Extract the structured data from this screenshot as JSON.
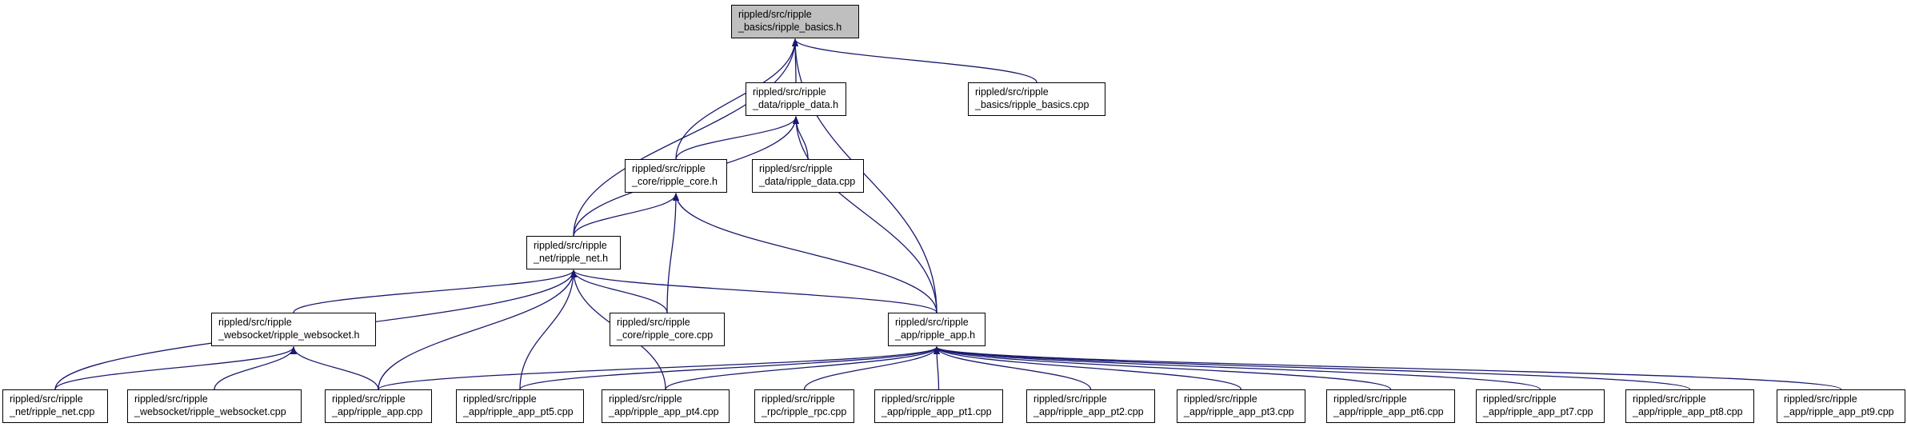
{
  "colors": {
    "edge": "#191970",
    "node_border": "#000000",
    "focus_fill": "#bfbfbf"
  },
  "nodes": [
    {
      "id": "basics_h",
      "lines": [
        "rippled/src/ripple",
        "_basics/ripple_basics.h"
      ]
    },
    {
      "id": "data_h",
      "lines": [
        "rippled/src/ripple",
        "_data/ripple_data.h"
      ]
    },
    {
      "id": "basics_cpp",
      "lines": [
        "rippled/src/ripple",
        "_basics/ripple_basics.cpp"
      ]
    },
    {
      "id": "core_h",
      "lines": [
        "rippled/src/ripple",
        "_core/ripple_core.h"
      ]
    },
    {
      "id": "data_cpp",
      "lines": [
        "rippled/src/ripple",
        "_data/ripple_data.cpp"
      ]
    },
    {
      "id": "net_h",
      "lines": [
        "rippled/src/ripple",
        "_net/ripple_net.h"
      ]
    },
    {
      "id": "ws_h",
      "lines": [
        "rippled/src/ripple",
        "_websocket/ripple_websocket.h"
      ]
    },
    {
      "id": "core_cpp",
      "lines": [
        "rippled/src/ripple",
        "_core/ripple_core.cpp"
      ]
    },
    {
      "id": "app_h",
      "lines": [
        "rippled/src/ripple",
        "_app/ripple_app.h"
      ]
    },
    {
      "id": "net_cpp",
      "lines": [
        "rippled/src/ripple",
        "_net/ripple_net.cpp"
      ]
    },
    {
      "id": "ws_cpp",
      "lines": [
        "rippled/src/ripple",
        "_websocket/ripple_websocket.cpp"
      ]
    },
    {
      "id": "app_cpp",
      "lines": [
        "rippled/src/ripple",
        "_app/ripple_app.cpp"
      ]
    },
    {
      "id": "pt5",
      "lines": [
        "rippled/src/ripple",
        "_app/ripple_app_pt5.cpp"
      ]
    },
    {
      "id": "pt4",
      "lines": [
        "rippled/src/ripple",
        "_app/ripple_app_pt4.cpp"
      ]
    },
    {
      "id": "rpc_cpp",
      "lines": [
        "rippled/src/ripple",
        "_rpc/ripple_rpc.cpp"
      ]
    },
    {
      "id": "pt1",
      "lines": [
        "rippled/src/ripple",
        "_app/ripple_app_pt1.cpp"
      ]
    },
    {
      "id": "pt2",
      "lines": [
        "rippled/src/ripple",
        "_app/ripple_app_pt2.cpp"
      ]
    },
    {
      "id": "pt3",
      "lines": [
        "rippled/src/ripple",
        "_app/ripple_app_pt3.cpp"
      ]
    },
    {
      "id": "pt6",
      "lines": [
        "rippled/src/ripple",
        "_app/ripple_app_pt6.cpp"
      ]
    },
    {
      "id": "pt7",
      "lines": [
        "rippled/src/ripple",
        "_app/ripple_app_pt7.cpp"
      ]
    },
    {
      "id": "pt8",
      "lines": [
        "rippled/src/ripple",
        "_app/ripple_app_pt8.cpp"
      ]
    },
    {
      "id": "pt9",
      "lines": [
        "rippled/src/ripple",
        "_app/ripple_app_pt9.cpp"
      ]
    }
  ],
  "edges": [
    {
      "from": "data_h",
      "to": "basics_h"
    },
    {
      "from": "basics_cpp",
      "to": "basics_h"
    },
    {
      "from": "core_h",
      "to": "basics_h"
    },
    {
      "from": "net_h",
      "to": "basics_h"
    },
    {
      "from": "app_h",
      "to": "basics_h"
    },
    {
      "from": "core_h",
      "to": "data_h"
    },
    {
      "from": "data_cpp",
      "to": "data_h"
    },
    {
      "from": "net_h",
      "to": "data_h"
    },
    {
      "from": "app_h",
      "to": "data_h"
    },
    {
      "from": "net_h",
      "to": "core_h"
    },
    {
      "from": "core_cpp",
      "to": "core_h"
    },
    {
      "from": "app_h",
      "to": "core_h"
    },
    {
      "from": "ws_h",
      "to": "net_h"
    },
    {
      "from": "net_cpp",
      "to": "net_h"
    },
    {
      "from": "app_cpp",
      "to": "net_h"
    },
    {
      "from": "pt5",
      "to": "net_h"
    },
    {
      "from": "pt4",
      "to": "net_h"
    },
    {
      "from": "core_cpp",
      "to": "net_h"
    },
    {
      "from": "app_h",
      "to": "net_h"
    },
    {
      "from": "net_cpp",
      "to": "ws_h"
    },
    {
      "from": "ws_cpp",
      "to": "ws_h"
    },
    {
      "from": "app_cpp",
      "to": "ws_h"
    },
    {
      "from": "app_cpp",
      "to": "app_h"
    },
    {
      "from": "pt5",
      "to": "app_h"
    },
    {
      "from": "pt4",
      "to": "app_h"
    },
    {
      "from": "rpc_cpp",
      "to": "app_h"
    },
    {
      "from": "pt1",
      "to": "app_h"
    },
    {
      "from": "pt2",
      "to": "app_h"
    },
    {
      "from": "pt3",
      "to": "app_h"
    },
    {
      "from": "pt6",
      "to": "app_h"
    },
    {
      "from": "pt7",
      "to": "app_h"
    },
    {
      "from": "pt8",
      "to": "app_h"
    },
    {
      "from": "pt9",
      "to": "app_h"
    }
  ]
}
